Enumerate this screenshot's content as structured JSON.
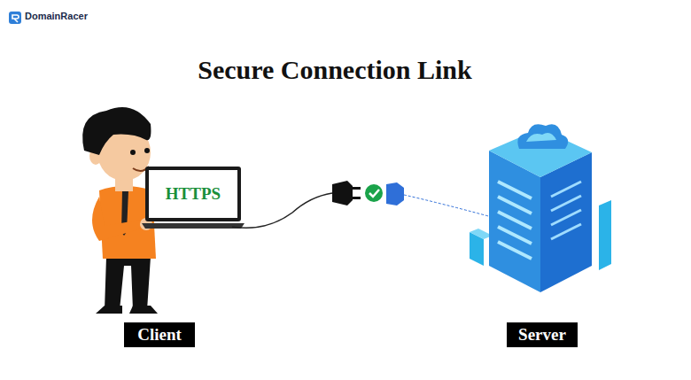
{
  "diagram": {
    "title": "Secure Connection Link",
    "nodes": [
      {
        "text": [
          "HTTPS"
        ]
      },
      {
        "text": [
          "Client"
        ]
      },
      {
        "text": [
          "Server"
        ]
      }
    ],
    "labels": [
      "DomainRacer"
    ]
  }
}
